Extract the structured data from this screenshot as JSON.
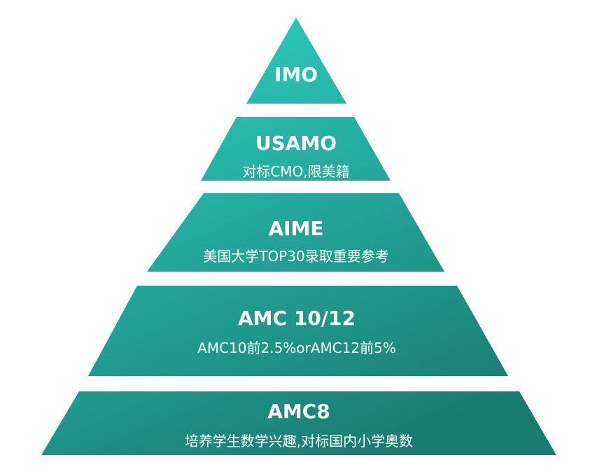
{
  "colors": {
    "top": "#2ccabd",
    "bottom": "#1a7b71",
    "text": "#ffffff"
  },
  "levels": [
    {
      "title": "IMO",
      "subtitle": ""
    },
    {
      "title": "USAMO",
      "subtitle": "对标CMO,限美籍"
    },
    {
      "title": "AIME",
      "subtitle": "美国大学TOP30录取重要参考"
    },
    {
      "title": "AMC 10/12",
      "subtitle": "AMC10前2.5%orAMC12前5%"
    },
    {
      "title": "AMC8",
      "subtitle": "培养学生数学兴趣,对标国内小学奥数"
    }
  ]
}
